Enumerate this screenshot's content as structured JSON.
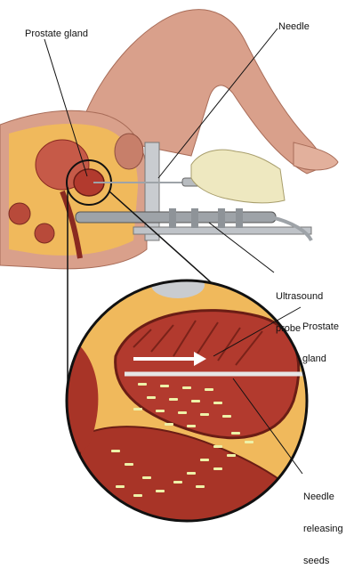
{
  "labels": {
    "prostate_gland_top": "Prostate gland",
    "needle": "Needle",
    "ultrasound_line1": "Ultrasound",
    "ultrasound_line2": "probe",
    "prostate_zoom_line1": "Prostate",
    "prostate_zoom_line2": "gland",
    "needle_seeds_line1": "Needle",
    "needle_seeds_line2": "releasing",
    "needle_seeds_line3": "seeds"
  },
  "colors": {
    "skin": "#d9a08b",
    "tissue_red": "#b23a2e",
    "tissue_dark": "#8a2a20",
    "fat_yellow": "#f0b95c",
    "glove": "#eee8c0",
    "metal": "#c9ccd0",
    "seed": "#eef2a8"
  }
}
